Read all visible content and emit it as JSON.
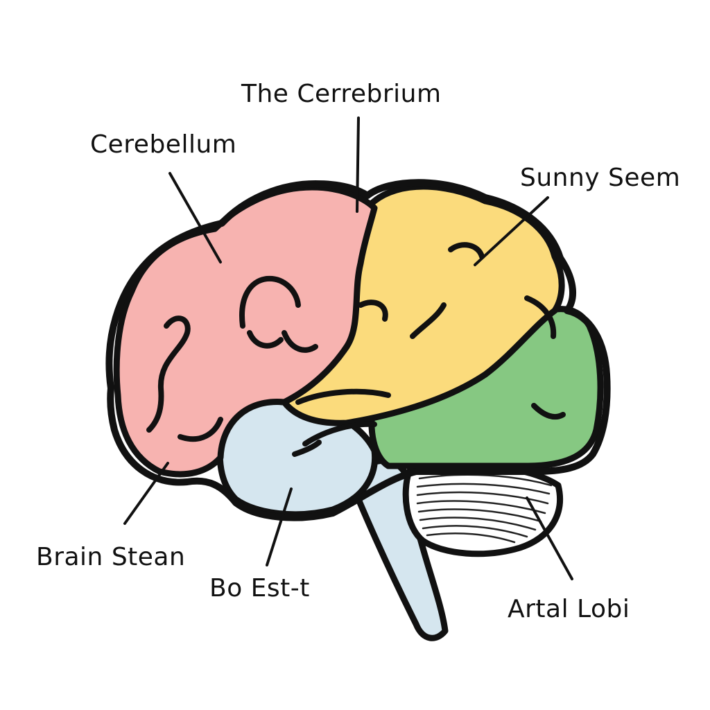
{
  "labels": {
    "cerebrum": "The Cerrebrium",
    "cerebellum": "Cerebellum",
    "sunny_seem": "Sunny Seem",
    "brain_stean": "Brain Stean",
    "bo_est": "Bo Est-t",
    "artal_lobi": "Artal Lobi"
  },
  "colors": {
    "frontal": "#f7b3b0",
    "parietal": "#fbdb7c",
    "occipital": "#86c882",
    "temporal": "#d5e6ef",
    "stem": "#d5e6ef",
    "cerebellum": "#ffffff",
    "outline": "#111111"
  }
}
